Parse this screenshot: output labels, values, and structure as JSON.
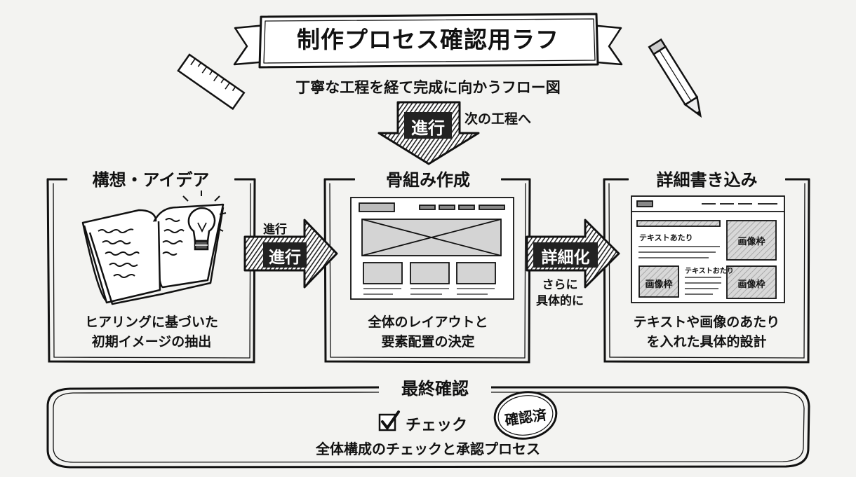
{
  "title": "制作プロセス確認用ラフ",
  "subtitle": "丁寧な工程を経て完成に向かうフロー図",
  "top_arrow": {
    "label": "進行",
    "note": "次の工程へ"
  },
  "steps": [
    {
      "title": "構想・アイデア",
      "caption": "ヒアリングに基づいた\n初期イメージの抽出"
    },
    {
      "title": "骨組み作成",
      "caption": "全体のレイアウトと\n要素配置の決定"
    },
    {
      "title": "詳細書き込み",
      "caption": "テキストや画像のあたり\nを入れた具体的設計"
    }
  ],
  "arrow_1": {
    "label": "進行",
    "note": "進行"
  },
  "arrow_2": {
    "label": "詳細化",
    "note": "さらに\n具体的に"
  },
  "detail_wireframe": {
    "text_placeholder_1": "テキストあたり",
    "text_placeholder_2": "テキストおたり",
    "image_placeholder": "画像枠"
  },
  "final": {
    "title": "最終確認",
    "check_label": "チェック",
    "stamp": "確認済",
    "caption": "全体構成のチェックと承認プロセス"
  }
}
